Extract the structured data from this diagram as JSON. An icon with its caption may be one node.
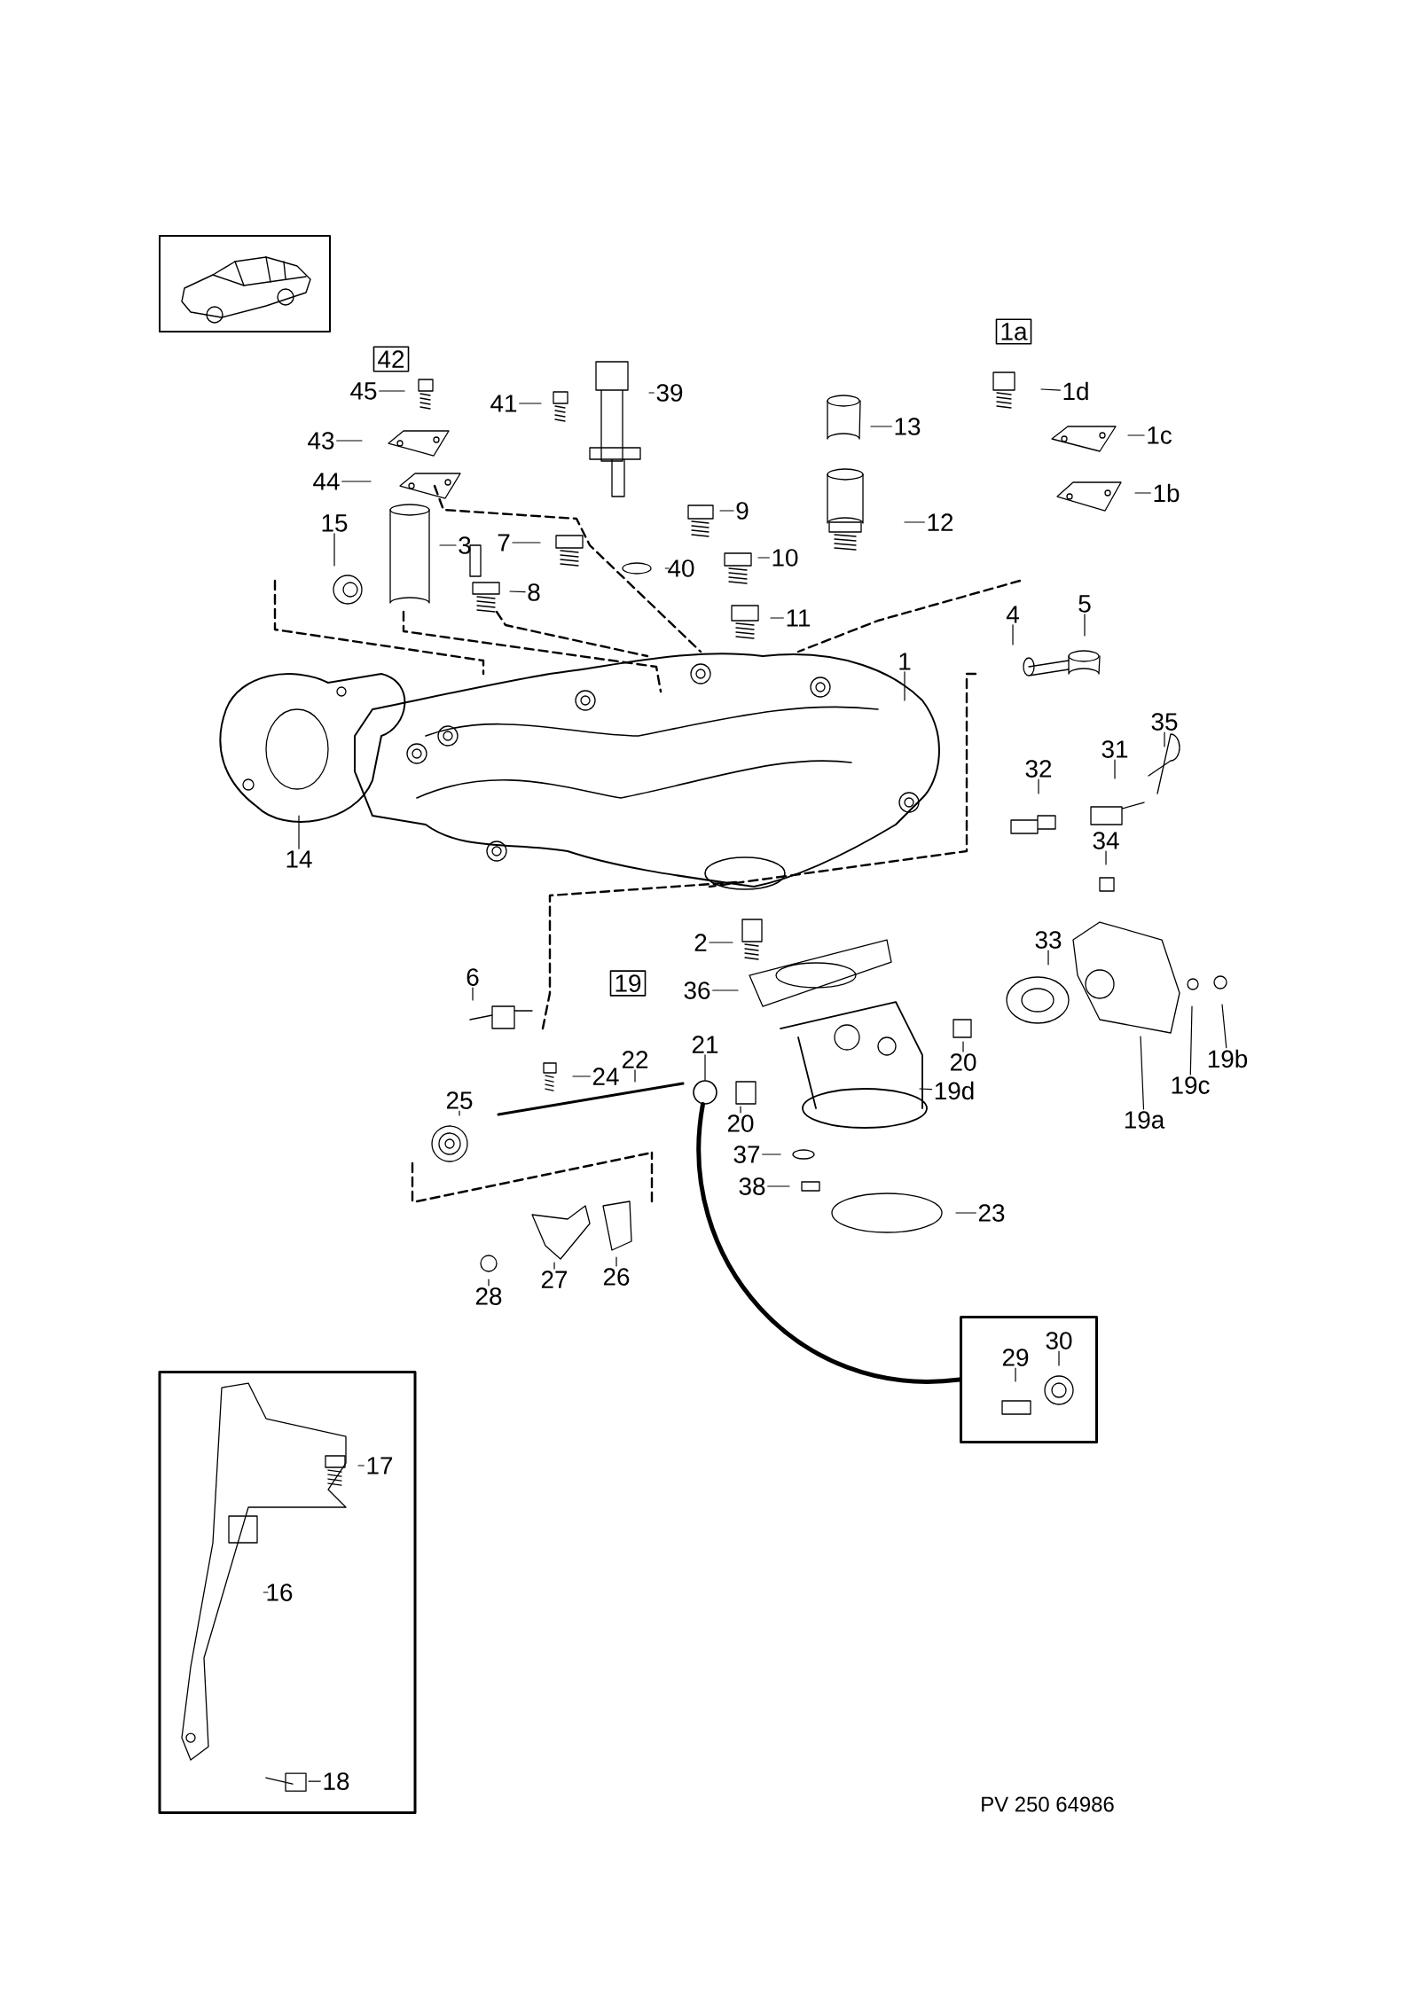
{
  "diagram": {
    "nodes": [
      {
        "text": [
          "42"
        ]
      },
      {
        "text": [
          "45"
        ]
      },
      {
        "text": [
          "43"
        ]
      },
      {
        "text": [
          "44"
        ]
      },
      {
        "text": [
          "15"
        ]
      },
      {
        "text": [
          "3"
        ]
      },
      {
        "text": [
          "41"
        ]
      },
      {
        "text": [
          "39"
        ]
      },
      {
        "text": [
          "9"
        ]
      },
      {
        "text": [
          "40"
        ]
      },
      {
        "text": [
          "7"
        ]
      },
      {
        "text": [
          "8"
        ]
      },
      {
        "text": [
          "10"
        ]
      },
      {
        "text": [
          "11"
        ]
      },
      {
        "text": [
          "1a"
        ]
      },
      {
        "text": [
          "13"
        ]
      },
      {
        "text": [
          "12"
        ]
      },
      {
        "text": [
          "1d"
        ]
      },
      {
        "text": [
          "1c"
        ]
      },
      {
        "text": [
          "1b"
        ]
      },
      {
        "text": [
          "4"
        ]
      },
      {
        "text": [
          "5"
        ]
      },
      {
        "text": [
          "1"
        ]
      },
      {
        "text": [
          "14"
        ]
      },
      {
        "text": [
          "35"
        ]
      },
      {
        "text": [
          "31"
        ]
      },
      {
        "text": [
          "32"
        ]
      },
      {
        "text": [
          "34"
        ]
      },
      {
        "text": [
          "33"
        ]
      },
      {
        "text": [
          "2"
        ]
      },
      {
        "text": [
          "36"
        ]
      },
      {
        "text": [
          "19"
        ]
      },
      {
        "text": [
          "6"
        ]
      },
      {
        "text": [
          "21"
        ]
      },
      {
        "text": [
          "24"
        ]
      },
      {
        "text": [
          "22"
        ]
      },
      {
        "text": [
          "25"
        ]
      },
      {
        "text": [
          "20"
        ]
      },
      {
        "text": [
          "19d"
        ]
      },
      {
        "text": [
          "20"
        ]
      },
      {
        "text": [
          "19a"
        ]
      },
      {
        "text": [
          "19c"
        ]
      },
      {
        "text": [
          "19b"
        ]
      },
      {
        "text": [
          "37"
        ]
      },
      {
        "text": [
          "38"
        ]
      },
      {
        "text": [
          "23"
        ]
      },
      {
        "text": [
          "28"
        ]
      },
      {
        "text": [
          "27"
        ]
      },
      {
        "text": [
          "26"
        ]
      },
      {
        "text": [],
        "shape": "box"
      },
      {
        "text": [
          "29"
        ],
        "in": 49
      },
      {
        "text": [
          "30"
        ],
        "in": 49
      },
      {
        "text": [],
        "shape": "box"
      },
      {
        "text": [
          "17"
        ],
        "in": 52
      },
      {
        "text": [
          "16"
        ],
        "in": 52
      },
      {
        "text": [
          "18"
        ],
        "in": 52
      },
      {
        "text": [],
        "shape": "circle"
      }
    ],
    "edges": [
      {
        "from": 1,
        "to": null,
        "arrow": "none"
      },
      {
        "from": 2,
        "to": null,
        "arrow": "none"
      },
      {
        "from": 3,
        "to": null,
        "arrow": "none"
      },
      {
        "from": 4,
        "to": null,
        "arrow": "none"
      },
      {
        "from": 5,
        "to": null,
        "arrow": "none"
      },
      {
        "from": 6,
        "to": null,
        "arrow": "none"
      },
      {
        "from": 7,
        "to": null,
        "arrow": "none"
      },
      {
        "from": 8,
        "to": null,
        "arrow": "none"
      },
      {
        "from": 9,
        "to": null,
        "arrow": "none"
      },
      {
        "from": 10,
        "to": null,
        "arrow": "none"
      },
      {
        "from": 11,
        "to": null,
        "arrow": "none"
      },
      {
        "from": 12,
        "to": null,
        "arrow": "none"
      },
      {
        "from": 13,
        "to": null,
        "arrow": "none"
      },
      {
        "from": 15,
        "to": null,
        "arrow": "none"
      },
      {
        "from": 16,
        "to": null,
        "arrow": "none"
      },
      {
        "from": 17,
        "to": null,
        "arrow": "none"
      },
      {
        "from": 18,
        "to": null,
        "arrow": "none"
      },
      {
        "from": 19,
        "to": null,
        "arrow": "none"
      },
      {
        "from": 20,
        "to": null,
        "arrow": "none"
      },
      {
        "from": 21,
        "to": null,
        "arrow": "none"
      },
      {
        "from": 22,
        "to": null,
        "arrow": "none"
      },
      {
        "from": 23,
        "to": null,
        "arrow": "none"
      },
      {
        "from": 24,
        "to": null,
        "arrow": "none"
      },
      {
        "from": 25,
        "to": null,
        "arrow": "none"
      },
      {
        "from": 26,
        "to": null,
        "arrow": "none"
      },
      {
        "from": 27,
        "to": null,
        "arrow": "none"
      },
      {
        "from": 28,
        "to": null,
        "arrow": "none"
      },
      {
        "from": 29,
        "to": null,
        "arrow": "none"
      },
      {
        "from": 30,
        "to": null,
        "arrow": "none"
      },
      {
        "from": 32,
        "to": null,
        "arrow": "none"
      },
      {
        "from": 33,
        "to": 56,
        "arrow": "none"
      },
      {
        "from": 34,
        "to": null,
        "arrow": "none"
      },
      {
        "from": 35,
        "to": null,
        "arrow": "none"
      },
      {
        "from": 36,
        "to": null,
        "arrow": "none"
      },
      {
        "from": 37,
        "to": null,
        "arrow": "none"
      },
      {
        "from": 38,
        "to": null,
        "arrow": "none"
      },
      {
        "from": 39,
        "to": null,
        "arrow": "none"
      },
      {
        "from": 40,
        "to": null,
        "arrow": "none"
      },
      {
        "from": 41,
        "to": null,
        "arrow": "none"
      },
      {
        "from": 42,
        "to": null,
        "arrow": "none"
      },
      {
        "from": 43,
        "to": null,
        "arrow": "none"
      },
      {
        "from": 44,
        "to": null,
        "arrow": "none"
      },
      {
        "from": 45,
        "to": null,
        "arrow": "none"
      },
      {
        "from": 46,
        "to": null,
        "arrow": "none"
      },
      {
        "from": 47,
        "to": null,
        "arrow": "none"
      },
      {
        "from": 48,
        "to": null,
        "arrow": "none"
      },
      {
        "from": 50,
        "to": null,
        "arrow": "none"
      },
      {
        "from": 51,
        "to": null,
        "arrow": "none"
      },
      {
        "from": 53,
        "to": null,
        "arrow": "none"
      },
      {
        "from": 54,
        "to": null,
        "arrow": "none"
      },
      {
        "from": 55,
        "to": null,
        "arrow": "none"
      },
      {
        "from": 56,
        "to": 49,
        "arrow": "none",
        "style": "thick"
      }
    ],
    "labels": [
      "PV 250 64986"
    ]
  }
}
